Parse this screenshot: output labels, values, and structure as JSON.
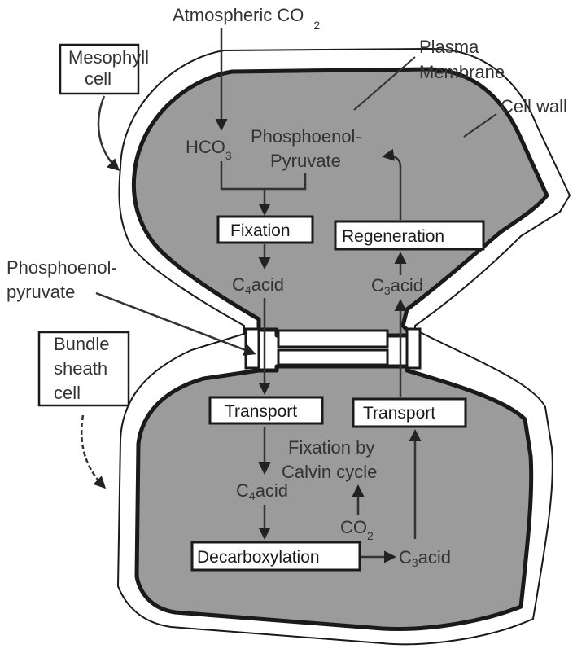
{
  "labels": {
    "atmospheric_co2": "Atmospheric CO",
    "atmospheric_co2_sub": "2",
    "mesophyll_cell": [
      "Mesophyll",
      "cell"
    ],
    "plasma_membrane": [
      "Plasma",
      "Membrane"
    ],
    "cell_wall": "Cell wall",
    "hco3": "HCO",
    "hco3_sub": "3",
    "phosphoenol_pyruvate_top": [
      "Phosphoenol-",
      "Pyruvate"
    ],
    "fixation": "Fixation",
    "regeneration": "Regeneration",
    "phosphoenol_pyruvate_left": [
      "Phosphoenol-",
      "pyruvate"
    ],
    "c4acid_top": "C",
    "c4acid_top_sub": "4",
    "c4acid_top_suffix": "acid",
    "c3acid_top": "C",
    "c3acid_top_sub": "3",
    "c3acid_top_suffix": "acid",
    "bundle_sheath_cell": [
      "Bundle",
      "sheath",
      "cell"
    ],
    "transport_left": "Transport",
    "transport_right": "Transport",
    "fixation_calvin": [
      "Fixation by",
      "Calvin cycle"
    ],
    "c4acid_bottom": "C",
    "c4acid_bottom_sub": "4",
    "c4acid_bottom_suffix": "acid",
    "co2": "CO",
    "co2_sub": "2",
    "decarboxylation": "Decarboxylation",
    "c3acid_bottom": "C",
    "c3acid_bottom_sub": "3",
    "c3acid_bottom_suffix": "acid"
  }
}
